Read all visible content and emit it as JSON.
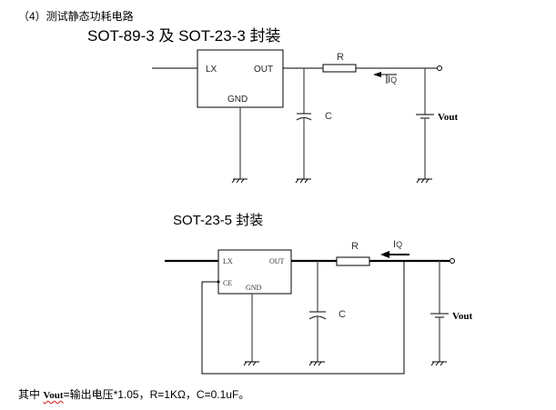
{
  "heading": "（4）测试静态功耗电路",
  "section1": {
    "title": "SOT-89-3 及 SOT-23-3 封装",
    "ic_pins": {
      "lx": "LX",
      "out": "OUT",
      "gnd": "GND"
    },
    "resistor_label": "R",
    "capacitor_label": "C",
    "current_label_main": "I",
    "current_label_sub": "Q",
    "source_label": "Vout"
  },
  "section2": {
    "title": "SOT-23-5 封装",
    "ic_pins": {
      "lx": "LX",
      "out": "OUT",
      "ce": "CE",
      "gnd": "GND"
    },
    "resistor_label": "R",
    "capacitor_label": "C",
    "current_label_main": "I",
    "current_label_sub": "Q",
    "source_label": "Vout"
  },
  "note": {
    "prefix": "其中 ",
    "vout_term": "Vout",
    "rest": "=输出电压*1.05，R=1KΩ，C=0.1uF。"
  }
}
